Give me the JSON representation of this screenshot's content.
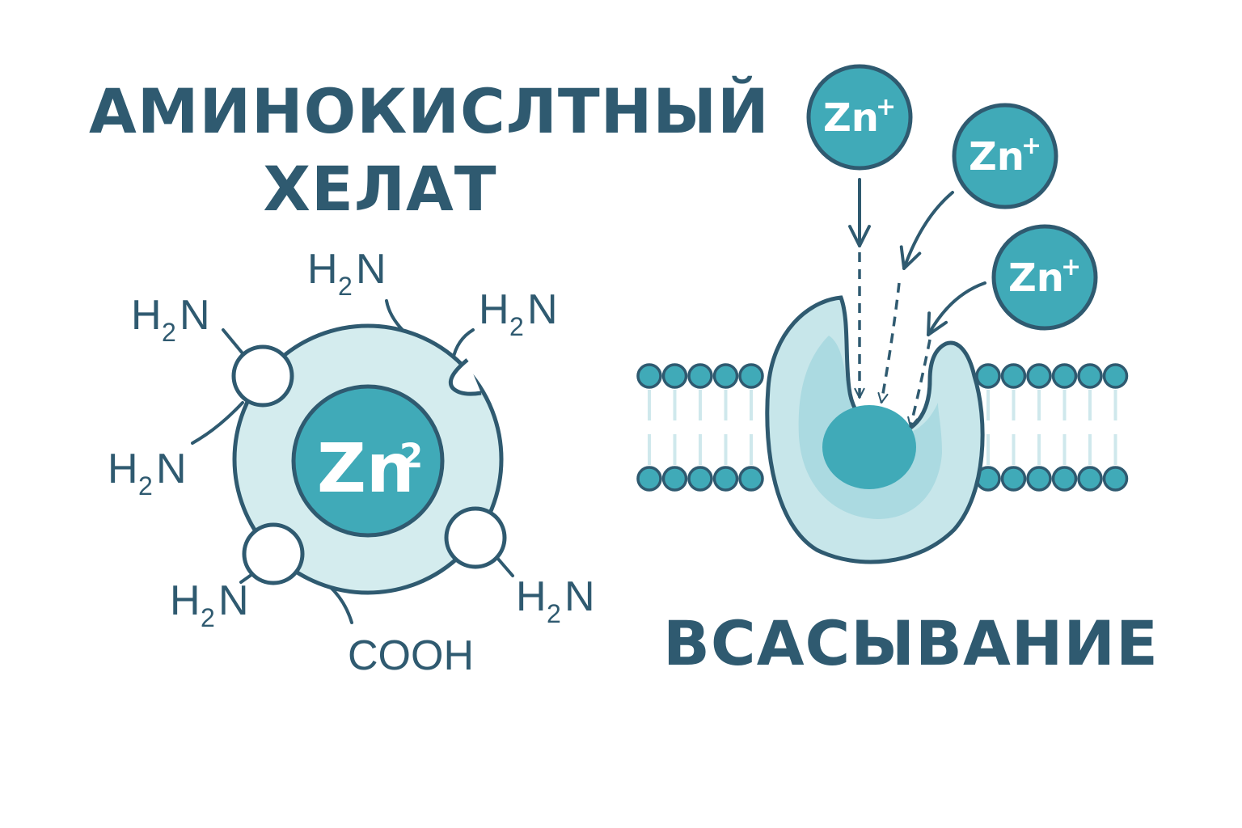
{
  "title_line1": "АМИНОКИСЛТНЫЙ",
  "title_line2": "ХЕЛАТ",
  "subtitle": "ВСАСЫВАНИЕ",
  "chelate": {
    "center": {
      "symbol": "Zn",
      "charge": "2"
    },
    "amine": {
      "main": "H",
      "sub": "2",
      "tail": "N"
    },
    "carboxyl": "COOH"
  },
  "ions": [
    {
      "symbol": "Zn",
      "charge": "+"
    },
    {
      "symbol": "Zn",
      "charge": "+"
    },
    {
      "symbol": "Zn",
      "charge": "+"
    }
  ],
  "colors": {
    "text": "#2f5a70",
    "teal": "#40aab8",
    "light_teal": "#d4ecee",
    "outline": "#2f5a70"
  }
}
